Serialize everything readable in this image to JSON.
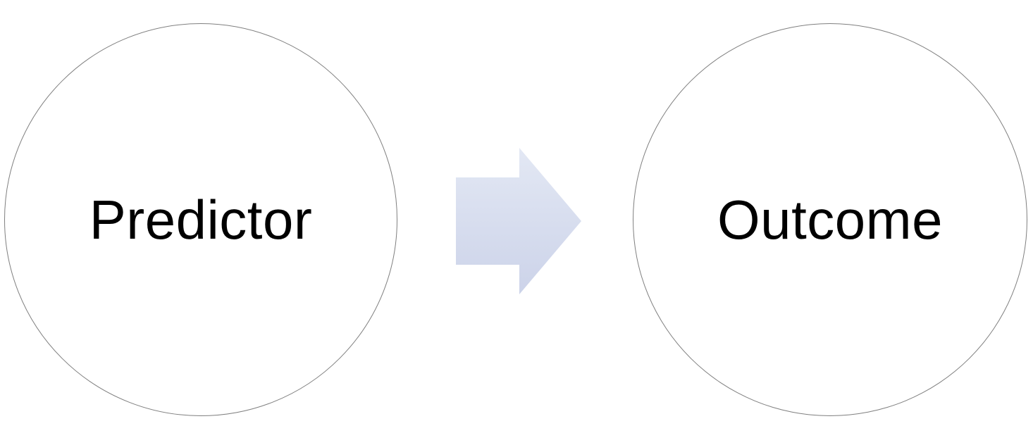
{
  "diagram": {
    "nodes": [
      {
        "id": "predictor",
        "label": "Predictor"
      },
      {
        "id": "outcome",
        "label": "Outcome"
      }
    ],
    "edges": [
      {
        "from": "predictor",
        "to": "outcome",
        "shape": "block-arrow"
      }
    ],
    "colors": {
      "node_border": "#7f7f7f",
      "node_fill": "#ffffff",
      "text": "#000000",
      "arrow_fill_top": "#e3e8f4",
      "arrow_fill_bottom": "#ccd3e9"
    }
  }
}
